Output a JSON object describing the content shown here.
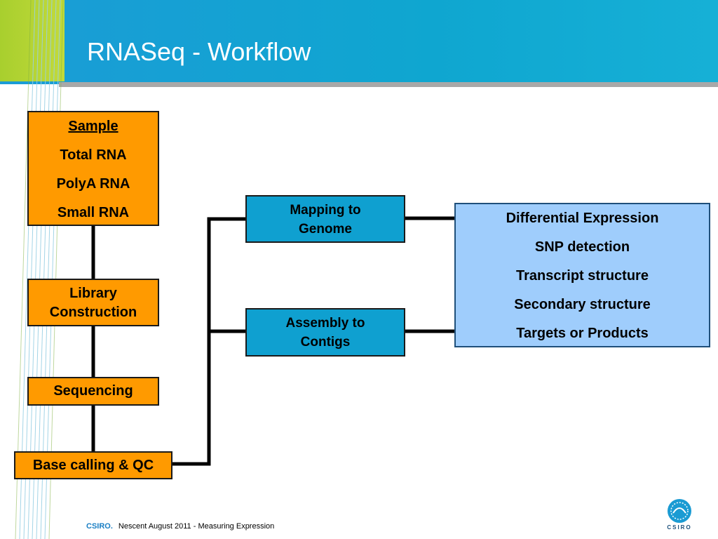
{
  "slide": {
    "title": "RNASeq - Workflow"
  },
  "boxes": {
    "sample": {
      "heading": "Sample",
      "lines": [
        "Total RNA",
        "PolyA RNA",
        "Small  RNA"
      ]
    },
    "library": {
      "lines": [
        "Library",
        "Construction"
      ]
    },
    "sequencing": {
      "label": "Sequencing"
    },
    "basecalling": {
      "label": "Base calling & QC"
    },
    "mapping": {
      "lines": [
        "Mapping to",
        "Genome"
      ]
    },
    "assembly": {
      "lines": [
        "Assembly to",
        "Contigs"
      ]
    },
    "applications": {
      "lines": [
        "Differential Expression",
        "SNP detection",
        "Transcript structure",
        "Secondary structure",
        "Targets or Products"
      ]
    }
  },
  "footer": {
    "brand": "CSIRO.",
    "text": "Nescent August 2011 - Measuring Expression",
    "logo_text": "CSIRO"
  },
  "colors": {
    "header_blue": "#0fa6d0",
    "header_green": "#b5d532",
    "orange_box": "#ff9a00",
    "blue_box": "#0fa0d0",
    "lightblue_box": "#9fcdfc"
  }
}
